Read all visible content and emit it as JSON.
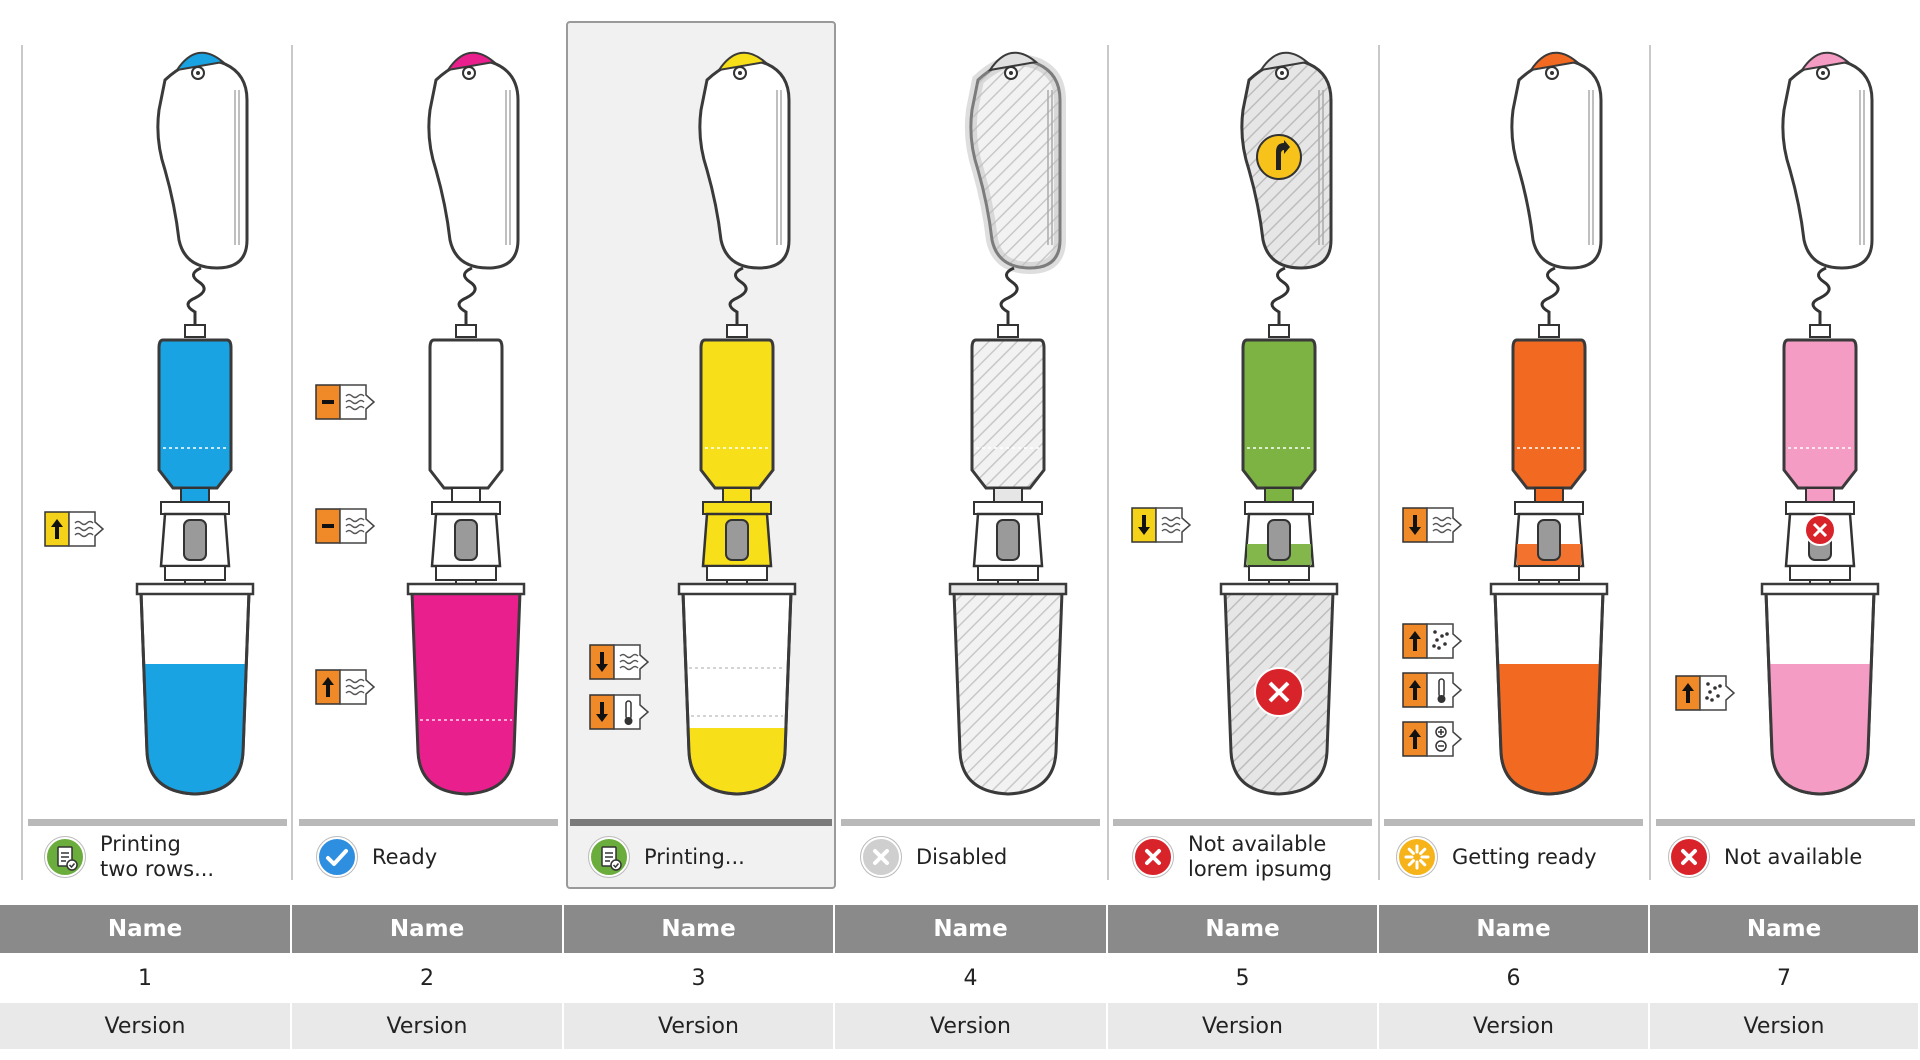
{
  "colors": {
    "cyan": "#1aa3e2",
    "magenta": "#ea1f8e",
    "yellow": "#f7e01a",
    "gray": "#e4e4e4",
    "green": "#7cb342",
    "orange": "#f26a22",
    "pink": "#f49cc4",
    "status_green": "#6aad3c",
    "status_blue": "#2e8fe0",
    "status_red": "#d9232a",
    "status_gray": "#cfcfcf",
    "status_yellow": "#f6b31a",
    "arrow_badge_yellow": "#f5d21a",
    "arrow_badge_orange": "#f08a28",
    "table_header": "#8a8a8a",
    "table_version_row": "#e9e9e9",
    "selected_panel": "#f1f1f1"
  },
  "columns": [
    {
      "status_label": "Printing\ntwo rows...",
      "status_icon": "document-check-icon",
      "name": "Name",
      "number": "1",
      "version": "Version"
    },
    {
      "status_label": "Ready",
      "status_icon": "checkmark-icon",
      "name": "Name",
      "number": "2",
      "version": "Version"
    },
    {
      "status_label": "Printing...",
      "status_icon": "document-check-icon",
      "name": "Name",
      "number": "3",
      "version": "Version"
    },
    {
      "status_label": "Disabled",
      "status_icon": "x-gray-icon",
      "name": "Name",
      "number": "4",
      "version": "Version"
    },
    {
      "status_label": "Not available\nlorem ipsumg",
      "status_icon": "x-red-icon",
      "name": "Name",
      "number": "5",
      "version": "Version"
    },
    {
      "status_label": "Getting ready",
      "status_icon": "spinner-icon",
      "name": "Name",
      "number": "6",
      "version": "Version"
    },
    {
      "status_label": "Not available",
      "status_icon": "x-red-icon",
      "name": "Name",
      "number": "7",
      "version": "Version"
    }
  ]
}
